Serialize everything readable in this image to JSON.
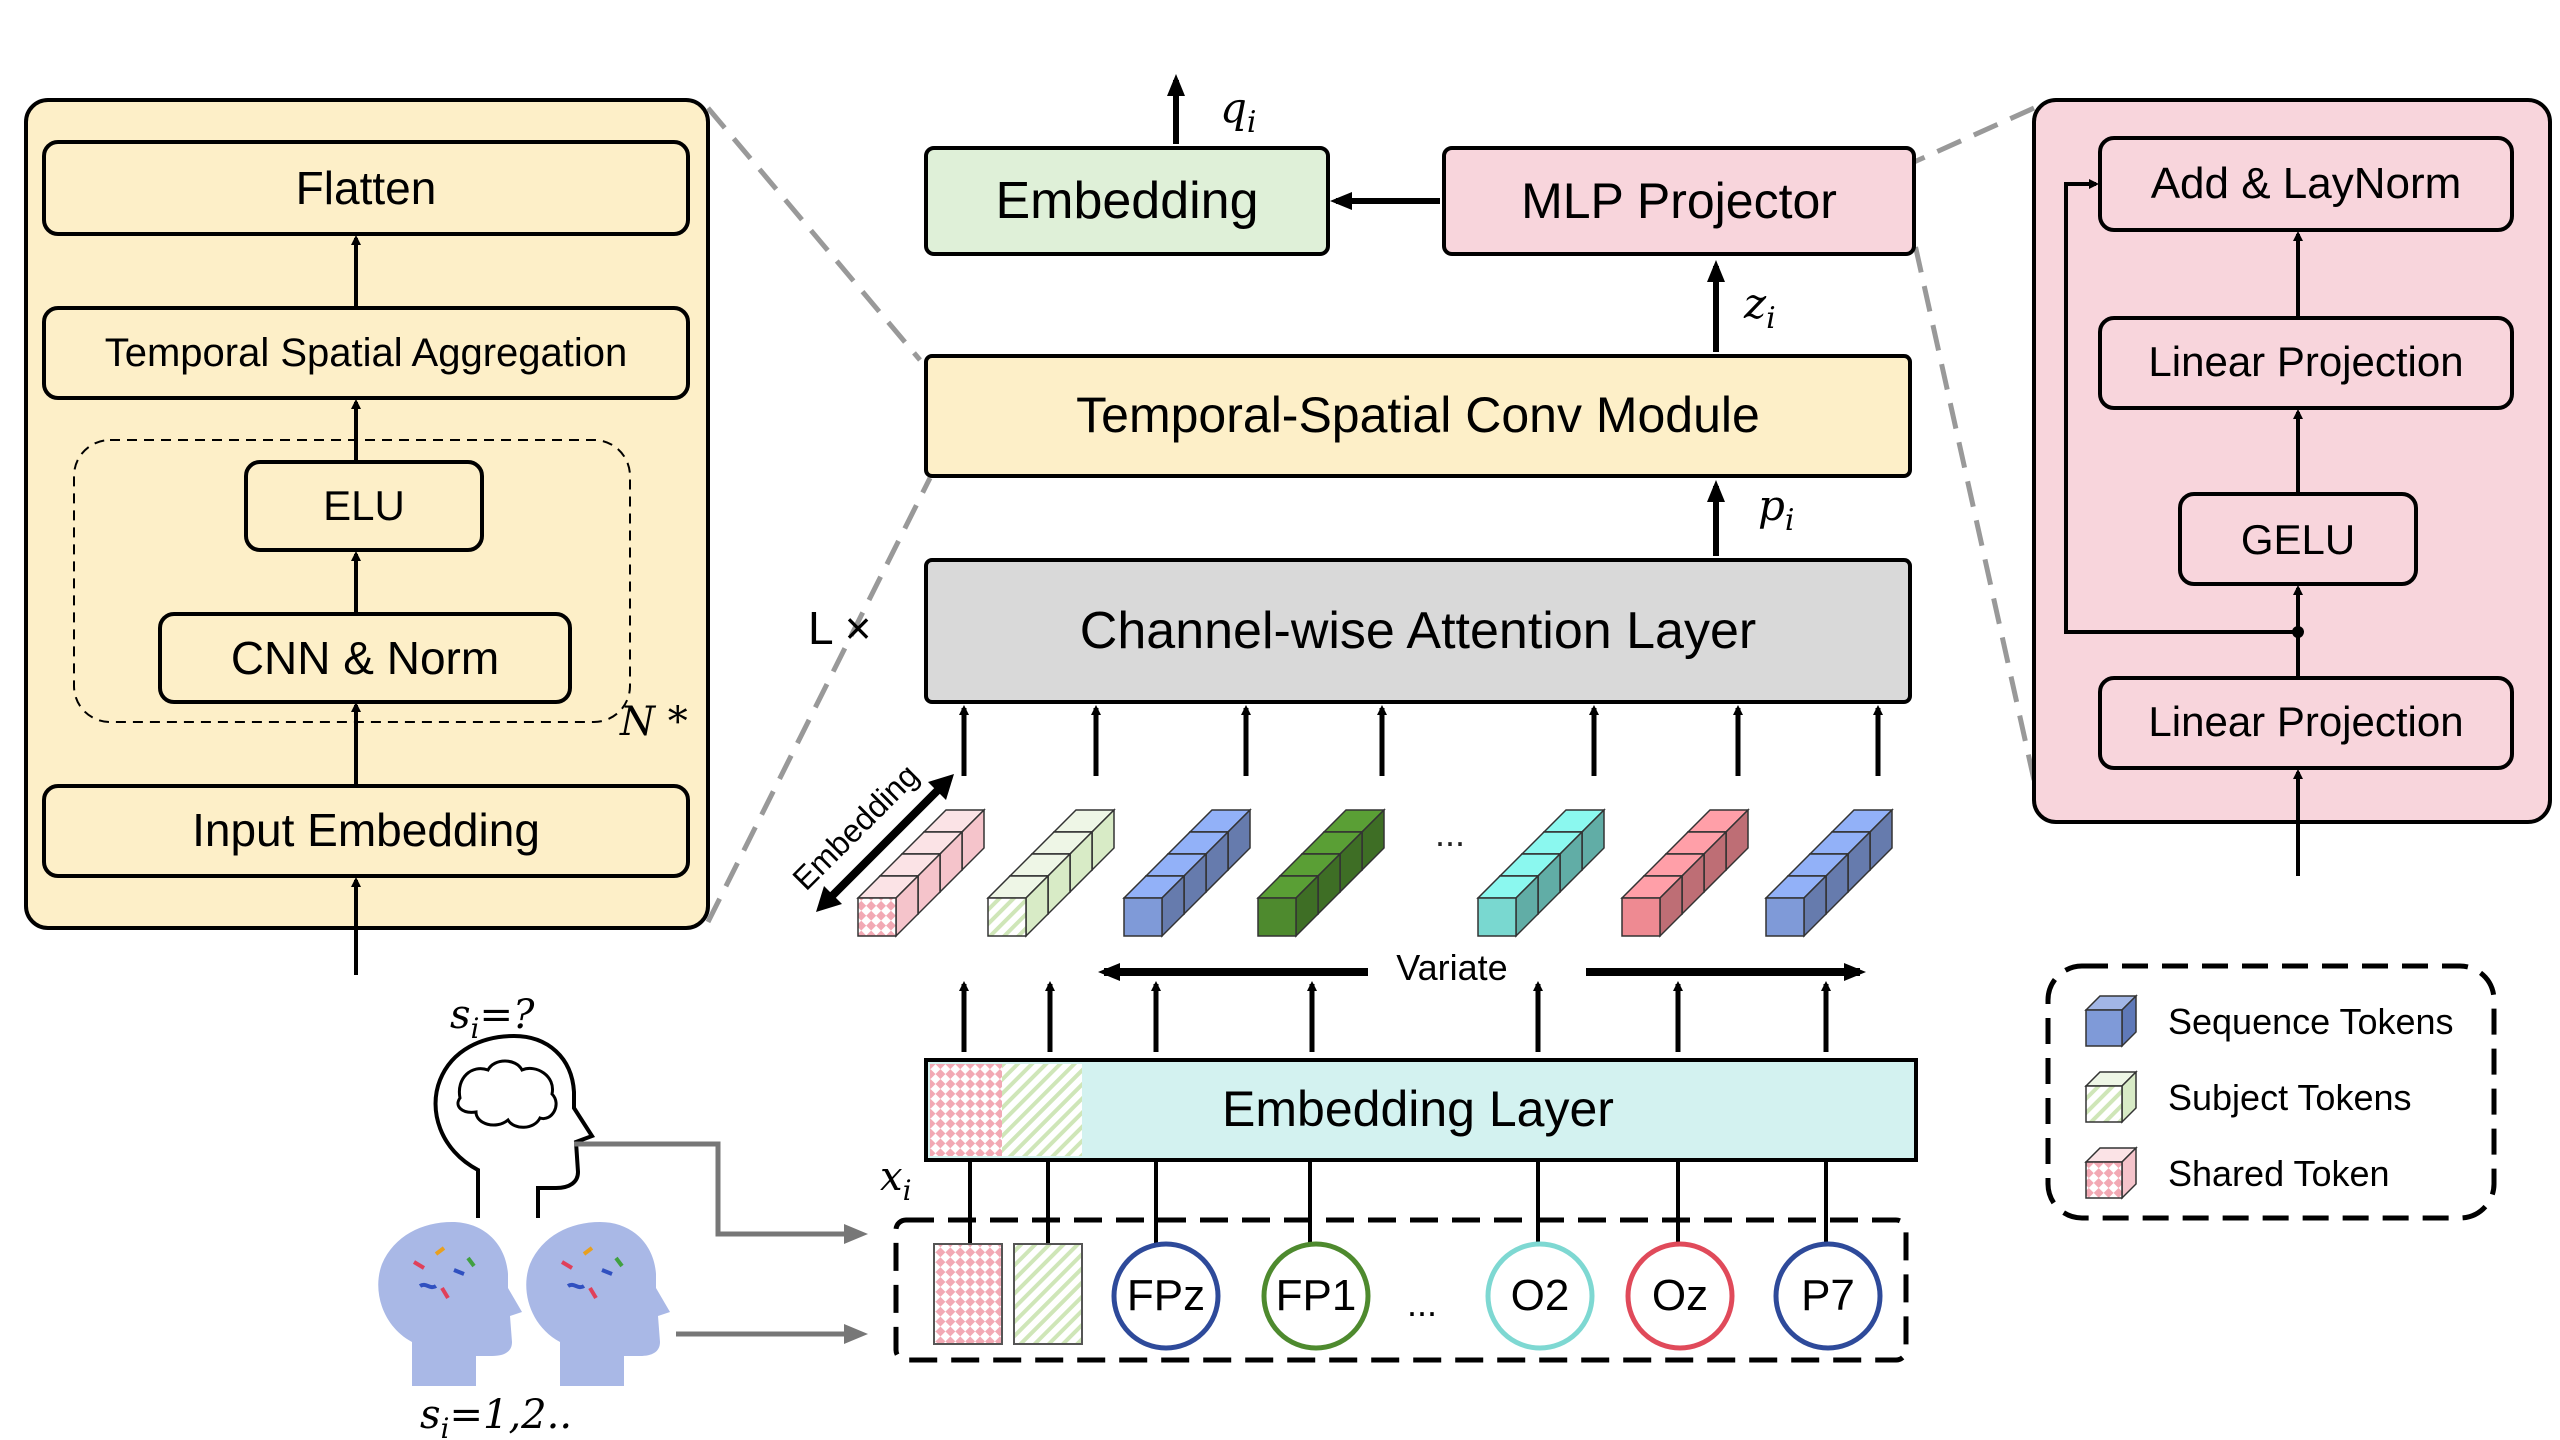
{
  "left_panel": {
    "flatten": "Flatten",
    "temporal_spatial_aggregation": "Temporal Spatial Aggregation",
    "elu": "ELU",
    "cnn_norm": "CNN & Norm",
    "repeat_label": "N *",
    "input_embedding": "Input Embedding",
    "fill": "#fdefc8"
  },
  "right_panel": {
    "add_laynorm": "Add & LayNorm",
    "linear_projection_top": "Linear Projection",
    "gelu": "GELU",
    "linear_projection_bottom": "Linear Projection",
    "fill": "#f8d5dc"
  },
  "center": {
    "embedding_out": "Embedding",
    "q_label": "q",
    "q_sub": "i",
    "mlp_projection": "MLP Projector",
    "z_label": "z",
    "z_sub": "i",
    "ts_conv": "Temporal-Spatial Conv Module",
    "p_label": "p",
    "p_sub": "i",
    "attention": "Channel-wise Attention Layer",
    "layers_label": "L ×",
    "embedding_axis": "Embedding",
    "ellipsis": "...",
    "variate": "Variate",
    "embedding_layer": "Embedding Layer",
    "x_label": "x",
    "x_sub": "i"
  },
  "inputs": {
    "channels": [
      {
        "label": "FPz",
        "color": "#2e4a9a"
      },
      {
        "label": "FP1",
        "color": "#4e8a2e"
      },
      {
        "label": "...",
        "color": ""
      },
      {
        "label": "O2",
        "color": "#7ed8d2"
      },
      {
        "label": "Oz",
        "color": "#e04a5a"
      },
      {
        "label": "P7",
        "color": "#2e4a9a"
      }
    ],
    "unknown_subject": "s",
    "unknown_subject_sub": "i",
    "unknown_subject_val": "=?",
    "known_subject": "s",
    "known_subject_sub": "i",
    "known_subject_val": "=1,2.."
  },
  "legend": {
    "items": [
      {
        "label": "Sequence Tokens",
        "color": "#7f9ad8"
      },
      {
        "label": "Subject Tokens",
        "color": "#dfeecf"
      },
      {
        "label": "Shared Token",
        "color": "#f6c9cf"
      }
    ]
  },
  "colors": {
    "yellow": "#fdefc8",
    "pink": "#f8d5dc",
    "green": "#dff0d8",
    "gray": "#d9d9d9",
    "cyan": "#d3f2f0",
    "seq_blue": "#7f9ad8",
    "dark_green": "#4e8a2e",
    "teal": "#79d8d0",
    "rose": "#ee8a92"
  }
}
